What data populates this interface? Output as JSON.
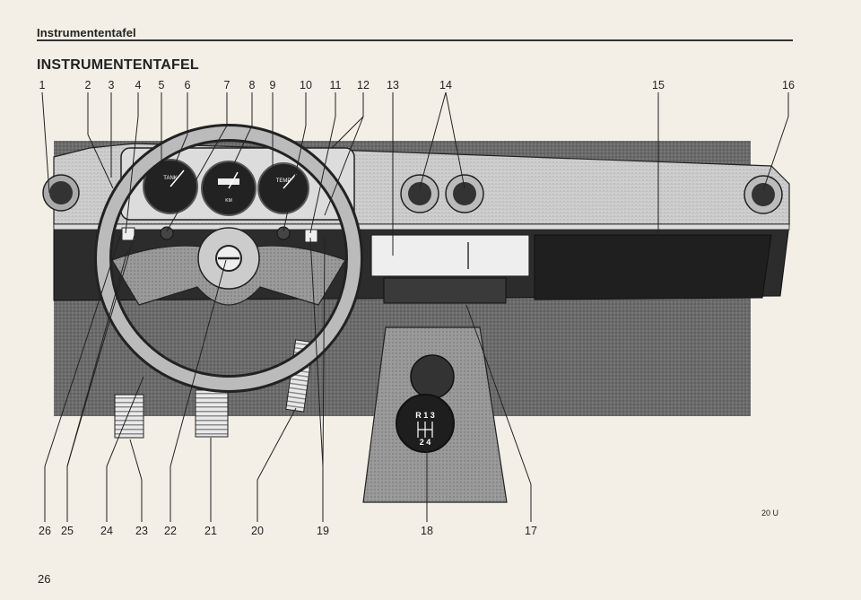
{
  "header": {
    "section_title": "Instrumententafel"
  },
  "page_title": "INSTRUMENTENTAFEL",
  "top_callouts": [
    "1",
    "2",
    "3",
    "4",
    "5",
    "6",
    "7",
    "8",
    "9",
    "10",
    "11",
    "12",
    "13",
    "14",
    "15",
    "16"
  ],
  "bottom_callouts": [
    "26",
    "25",
    "24",
    "23",
    "22",
    "21",
    "20",
    "19",
    "18",
    "17"
  ],
  "gauge_labels": {
    "left": "TANK",
    "right": "TEMP"
  },
  "speedometer_unit": "KM",
  "shift_pattern": {
    "top": "R 1 3",
    "bottom": "2 4"
  },
  "figure_code": "20 U",
  "page_number": "26"
}
